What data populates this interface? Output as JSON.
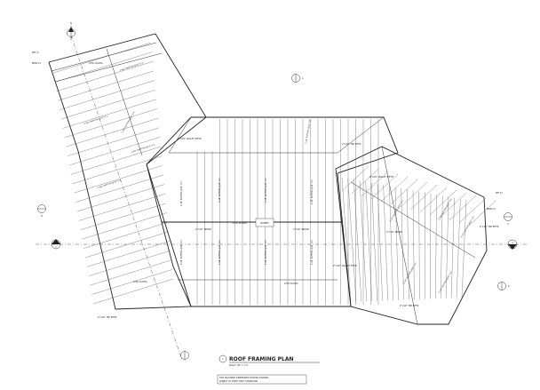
{
  "drawing": {
    "title": "ROOF FRAMING PLAN",
    "scale_note": "SCALE: 1/8\" = 1'-0\"",
    "detail_number": "1",
    "disclaimer_line1": "THIS DOCUMENT REPRESENTS EXISTING FRAMING",
    "disclaimer_line2": "SUBJECT TO VERIFY FIELD CONDITIONS"
  },
  "labels": {
    "ridge": "2\"x10\" RIDGE",
    "valley": "2\"x10\" VALLEY RFTR",
    "hip": "2\"x10\" HIP RFTR",
    "rafters": "2\"x8\" RAFTERS @16\" O.C.",
    "chimney": "CHIMNEY",
    "attic_access": "ATTIC ACCESS",
    "ref_left": "REF 13",
    "ref_right": "REF 12",
    "beam_left": "BEAM 01",
    "beam_right": "BEAM 01"
  },
  "symbols": {
    "north": "N",
    "section_a": "A",
    "section_b": "B",
    "section_c": "C",
    "section_d": "D",
    "grid_1": "1",
    "grid_2": "2"
  }
}
